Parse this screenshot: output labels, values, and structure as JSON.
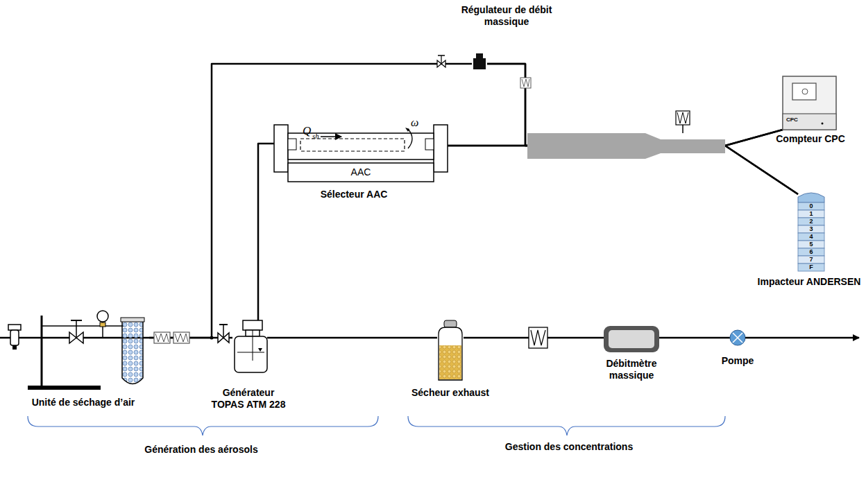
{
  "diagram": {
    "nodes": [
      {
        "text": [
          "Unité de séchage d’air"
        ]
      },
      {
        "text": [
          "Générateur TOPAS ATM 228"
        ]
      },
      {
        "text": [
          "AAC",
          "Sélecteur AAC"
        ]
      },
      {
        "text": [
          "Régulateur de débit massique"
        ]
      },
      {
        "text": [
          "Sécheur exhaust"
        ]
      },
      {
        "text": [
          "Débitmètre massique"
        ]
      },
      {
        "text": [
          "Pompe"
        ]
      },
      {
        "text": [
          "Compteur CPC"
        ]
      },
      {
        "text": [
          "Impacteur ANDERSEN"
        ]
      }
    ],
    "edges": [
      {
        "from": 0,
        "to": 1,
        "arrow": "none"
      },
      {
        "from": 0,
        "to": 3,
        "arrow": "none"
      },
      {
        "from": 1,
        "to": 2,
        "arrow": "none"
      },
      {
        "from": 1,
        "to": 4,
        "arrow": "none"
      },
      {
        "from": 4,
        "to": 5,
        "arrow": "none"
      },
      {
        "from": 5,
        "to": 6,
        "arrow": "none"
      },
      {
        "from": 2,
        "to": 7,
        "arrow": "none"
      },
      {
        "from": 2,
        "to": 8,
        "arrow": "none"
      },
      {
        "from": 3,
        "to": 7,
        "arrow": "none"
      },
      {
        "from": 3,
        "to": 8,
        "arrow": "none"
      }
    ],
    "labels": [
      "Q",
      "sh",
      "ω",
      "CPC",
      "0",
      "1",
      "2",
      "3",
      "4",
      "5",
      "6",
      "7",
      "F",
      "Génération des aérosols",
      "Gestion des concentrations"
    ]
  }
}
